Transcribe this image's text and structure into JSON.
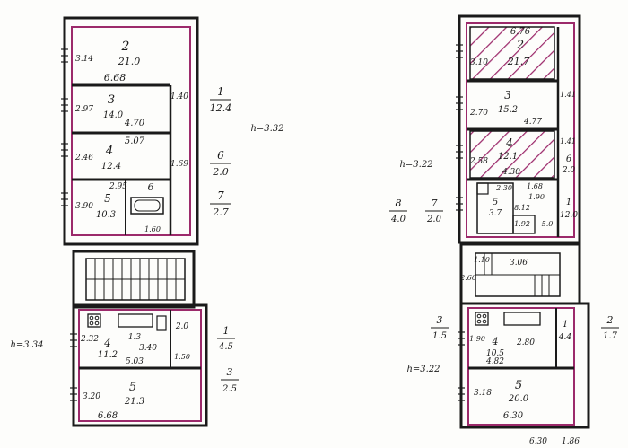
{
  "left_plan": {
    "rooms": [
      {
        "number": "2",
        "area": "21.0",
        "dim_h": "6.68",
        "dim_v": "3.14"
      },
      {
        "number": "3",
        "area": "14.0",
        "dim_h": "4.70",
        "dim_v": "2.97"
      },
      {
        "number": "4",
        "area": "12.4",
        "dim_h": "5.07",
        "dim_v": "2.46"
      },
      {
        "number": "5",
        "area": "10.3",
        "dim_v": "3.90"
      },
      {
        "number": "6",
        "dim_h": "2.95"
      }
    ],
    "aux_labels": [
      "1.40",
      "1.69",
      "1.60"
    ],
    "side_groups": [
      {
        "number": "1",
        "area": "12.4"
      },
      {
        "number": "6",
        "area": "2.0"
      },
      {
        "number": "7",
        "area": "2.7"
      }
    ],
    "height_note": "h=3.32",
    "lower_rooms": [
      {
        "number": "4",
        "area": "11.2",
        "dim_h": "5.03",
        "dim_h2": "3.40",
        "dim_v": "2.32"
      },
      {
        "number": "5",
        "area": "21.3",
        "dim_h": "6.68",
        "dim_v": "3.20"
      },
      {
        "number": "1",
        "area": "4.5"
      },
      {
        "number": "3",
        "area": "2.5"
      }
    ],
    "lower_small": [
      "1.3",
      "2.0",
      "1.50"
    ],
    "lower_height": "h=3.34"
  },
  "right_plan": {
    "rooms": [
      {
        "number": "2",
        "area": "21.7",
        "dim_h": "6.76",
        "dim_v": "3.10"
      },
      {
        "number": "3",
        "area": "15.2",
        "dim_h": "4.77",
        "dim_v": "2.70"
      },
      {
        "number": "4",
        "area": "12.1",
        "dim_h": "4.30",
        "dim_v": "2.58"
      },
      {
        "number": "5",
        "area": "3.7"
      },
      {
        "number": "1",
        "area": "12.0"
      },
      {
        "number": "6",
        "area": "2.0"
      }
    ],
    "aux_labels": [
      "1.41",
      "1.41",
      "1.68",
      "1.90",
      "2.30",
      "8.12",
      "1.92",
      "5.0"
    ],
    "side_groups": [
      {
        "number": "7",
        "area": "2.0"
      },
      {
        "number": "8",
        "area": "4.0"
      }
    ],
    "height_note": "h=3.22",
    "stair_dims": [
      "3.06",
      "1.10",
      "2.60"
    ],
    "lower_rooms": [
      {
        "number": "1",
        "area": "4.4"
      },
      {
        "number": "4",
        "area": "10.5",
        "dim_h": "4.82",
        "dim_h2": "2.80",
        "dim_v": "1.90"
      },
      {
        "number": "5",
        "area": "20.0",
        "dim_h": "6.30",
        "dim_v": "3.18"
      }
    ],
    "lower_side": {
      "number": "3",
      "area": "1.5"
    },
    "outer_side": {
      "number": "2",
      "area": "1.7"
    },
    "lower_height": "h=3.22",
    "bottom_dims": [
      "6.30",
      "1.86"
    ]
  },
  "colors": {
    "wall": "#1a1a1a",
    "outline": "#9c2a6b",
    "hatch": "#9c2a6b",
    "paper": "#fdfdfb"
  }
}
